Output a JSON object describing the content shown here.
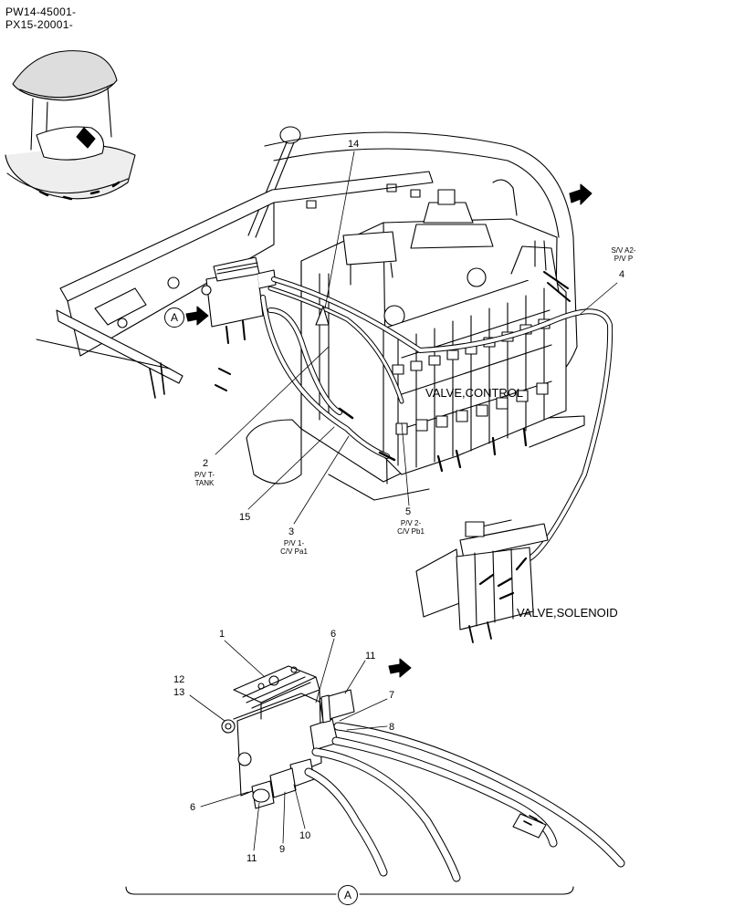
{
  "header": {
    "serial_line_1": "PW14-45001-",
    "serial_line_2": "PX15-20001-"
  },
  "components": {
    "control_valve": "VALVE,CONTROL",
    "solenoid_valve": "VALVE,SOLENOID"
  },
  "view_marker": {
    "letter": "A"
  },
  "callouts_main": [
    {
      "num": "14",
      "desc": ""
    },
    {
      "num": "4",
      "desc": "S/V A2-\nP/V P"
    },
    {
      "num": "2",
      "desc": "P/V T-\nTANK"
    },
    {
      "num": "15",
      "desc": ""
    },
    {
      "num": "3",
      "desc": "P/V 1-\nC/V Pa1"
    },
    {
      "num": "5",
      "desc": "P/V 2-\nC/V Pb1"
    }
  ],
  "callouts_detail": [
    {
      "num": "1"
    },
    {
      "num": "6"
    },
    {
      "num": "11"
    },
    {
      "num": "12"
    },
    {
      "num": "13"
    },
    {
      "num": "7"
    },
    {
      "num": "8"
    },
    {
      "num": "6"
    },
    {
      "num": "11"
    },
    {
      "num": "9"
    },
    {
      "num": "10"
    }
  ]
}
